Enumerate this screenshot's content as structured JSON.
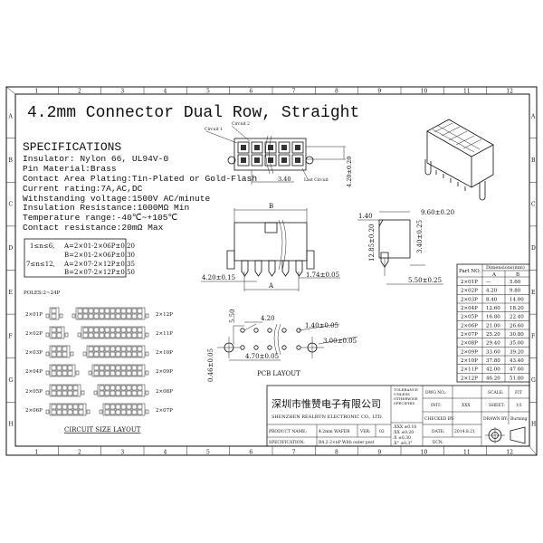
{
  "title": "4.2mm Connector Dual Row, Straight",
  "specifications": {
    "heading": "SPECIFICATIONS",
    "lines": [
      "Insulator: Nylon 66, UL94V-0",
      "Pin Material:Brass",
      "Contact Area Plating:Tin-Plated or Gold-Flash",
      "Current rating:7A,AC,DC",
      "Withstanding voltage:1500V AC/minute",
      "Insulation Resistance:1000MΩ Min",
      "Temperature range:-40℃~+105℃",
      "Contact resistance:20mΩ Max"
    ]
  },
  "tolerance_box": [
    {
      "range": "1≤n≤6,",
      "a": "A=2×01-2×06P±0.20",
      "b": "B=2×01-2×06P±0.30"
    },
    {
      "range": "7≤n≤12,",
      "a": "A=2×07-2×12P±0.35",
      "b": "B=2×07-2×12P±0.50"
    }
  ],
  "top_view": {
    "circuit1": "Circuit 1",
    "circuit2": "Circuit 2",
    "last_circuit": "Last Circuit",
    "dim_pitch": "3.40",
    "dim_height": "4.20±0.20"
  },
  "front_view": {
    "dim_b": "B",
    "dim_a": "A",
    "dim_pitch": "4.20±0.15",
    "dim_pin": "1.74±0.05"
  },
  "side_view": {
    "dim_width": "9.60±0.20",
    "dim_top": "1.40",
    "dim_height": "12.85±0.20",
    "dim_pin_height": "3.40±0.25",
    "dim_offset": "5.50±0.25"
  },
  "pcb_layout": {
    "label": "PCB LAYOUT",
    "dim_pitch": "4.20",
    "dim_hole": "1.40±0.05",
    "dim_peg": "3.00±0.05",
    "dim_offset": "4.70±0.05",
    "dim_row": "5.50",
    "dim_edge": "0.46±0.05"
  },
  "circuit_layout": {
    "poles": "POLES:2~24P",
    "label": "CIRCUIT SIZE LAYOUT",
    "left": [
      "2×01P",
      "2×02P",
      "2×03P",
      "2×04P",
      "2×05P",
      "2×06P"
    ],
    "right": [
      "2×12P",
      "2×11P",
      "2×10P",
      "2×09P",
      "2×08P",
      "2×07P"
    ]
  },
  "parts_table": {
    "headers": {
      "part_no": "Part NO.",
      "dimensions": "Dimensions(mm)",
      "a": "A",
      "b": "B"
    },
    "rows": [
      {
        "part": "2×01P",
        "a": "—",
        "b": "5.60"
      },
      {
        "part": "2×02P",
        "a": "4.20",
        "b": "9.80"
      },
      {
        "part": "2×03P",
        "a": "8.40",
        "b": "14.00"
      },
      {
        "part": "2×04P",
        "a": "12.60",
        "b": "18.20"
      },
      {
        "part": "2×05P",
        "a": "16.80",
        "b": "22.40"
      },
      {
        "part": "2×06P",
        "a": "21.00",
        "b": "26.60"
      },
      {
        "part": "2×07P",
        "a": "25.20",
        "b": "30.80"
      },
      {
        "part": "2×08P",
        "a": "29.40",
        "b": "35.00"
      },
      {
        "part": "2×09P",
        "a": "33.60",
        "b": "39.20"
      },
      {
        "part": "2×10P",
        "a": "37.80",
        "b": "43.40"
      },
      {
        "part": "2×11P",
        "a": "42.00",
        "b": "47.60"
      },
      {
        "part": "2×12P",
        "a": "46.20",
        "b": "51.80"
      }
    ]
  },
  "title_block": {
    "company_cn": "深圳市惟赞电子有限公司",
    "company_en": "SHENZHEN REALRUN ELECTRONIC CO., LTD.",
    "tolerance_label": [
      "TOLERANCE",
      "UNLESS",
      "OTHERWISE",
      "SPECIFIED"
    ],
    "tolerances": [
      ".XXX ±0.10",
      ".XX  ±0.20",
      ".X   ±0.30",
      ".X°  ±0.3°"
    ],
    "dwg_no_label": "DWG NO.:",
    "dwg_no": "",
    "scale_label": "SCALE:",
    "scale": "FIT",
    "init_label": "INIT:",
    "init": "XXX",
    "sheet_label": "SHEET:",
    "sheet": "1/1",
    "checked_label": "CHECKED BY:",
    "checked": "",
    "drawn_label": "DRAWN BY:",
    "drawn": "Burning",
    "date_label": "DATE:",
    "date": "2014.8.21",
    "ecn_label": "ECN:",
    "ecn": "",
    "product_label": "PRODUCT NAME:",
    "product": "4.2mm WAFER",
    "ver_label": "VER:",
    "ver": "02",
    "spec_label": "SPECIFICATION:",
    "spec": "R4.2-2×nP With outer post"
  },
  "frame": {
    "columns": [
      "1",
      "2",
      "3",
      "4",
      "5",
      "6",
      "7",
      "8",
      "9",
      "10",
      "11",
      "12"
    ],
    "rows": [
      "A",
      "B",
      "C",
      "D",
      "E",
      "F",
      "G",
      "H"
    ]
  }
}
